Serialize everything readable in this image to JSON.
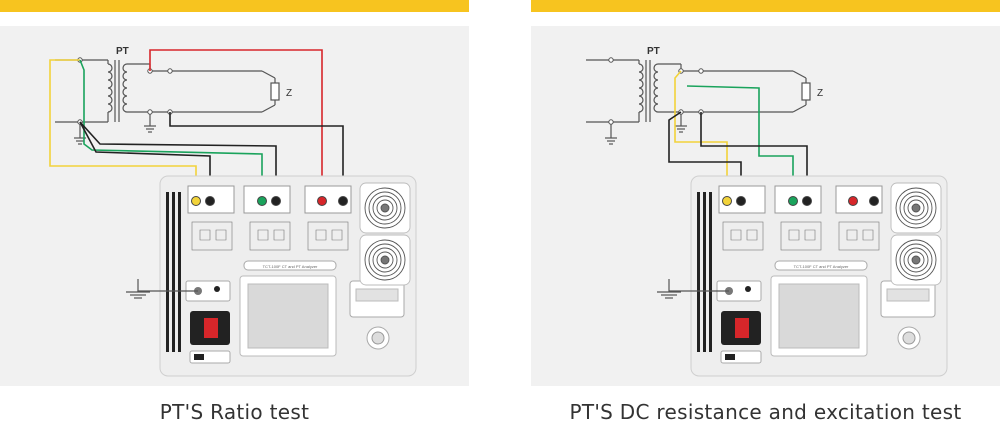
{
  "colors": {
    "accent_bar": "#f7c41f",
    "panel_bg": "#f1f1f1",
    "wire_red": "#d7262a",
    "wire_green": "#1aa35c",
    "wire_yellow": "#f2d33a",
    "wire_black": "#222222"
  },
  "panels": [
    {
      "transformer_label": "PT",
      "load_label": "Z",
      "caption": "PT'S Ratio test",
      "instrument_title": "TCT-100F CT and PT Analyzer",
      "icons": [
        "ground-icon",
        "fan-icon",
        "power-switch-icon",
        "knob-icon",
        "printer-icon",
        "usb-icon"
      ]
    },
    {
      "transformer_label": "PT",
      "load_label": "Z",
      "caption": "PT'S DC resistance and excitation test",
      "instrument_title": "TCT-100F CT and PT Analyzer",
      "icons": [
        "ground-icon",
        "fan-icon",
        "power-switch-icon",
        "knob-icon",
        "printer-icon",
        "usb-icon"
      ]
    }
  ]
}
